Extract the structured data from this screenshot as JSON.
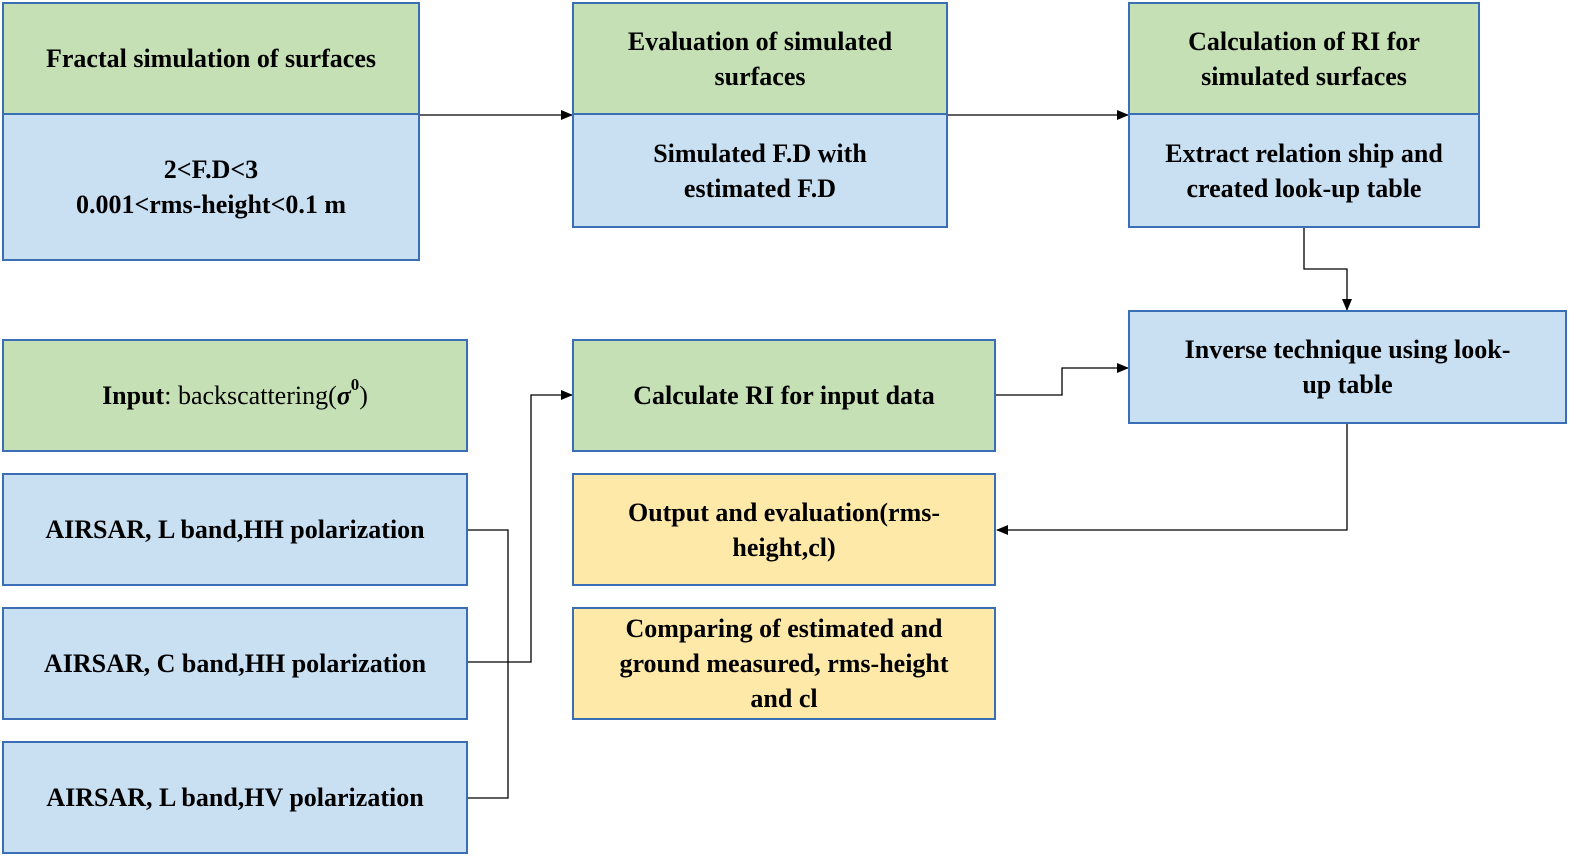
{
  "nodes": {
    "fractal_sim": "Fractal simulation of surfaces",
    "fractal_params": "2<F.D<3\n0.001<rms-height<0.1 m",
    "evaluation": "Evaluation of simulated\nsurfaces",
    "simulated_fd": "Simulated F.D with\nestimated F.D",
    "calc_ri_sim": "Calculation of RI for\nsimulated surfaces",
    "extract_rel": "Extract relation ship and\ncreated look-up table",
    "input_label": "Input",
    "input_rest": ": backscattering(",
    "input_sigma": "σ",
    "input_sup": "0",
    "input_close": ")",
    "airsar_l_hh": "AIRSAR, L band,HH polarization",
    "airsar_c_hh": "AIRSAR, C band,HH polarization",
    "airsar_l_hv": "AIRSAR, L band,HV polarization",
    "calc_ri_input": "Calculate RI for input data",
    "inverse": "Inverse technique using look-\nup table",
    "output": "Output and evaluation(rms-\nheight,cl)",
    "comparing": "Comparing of estimated and\nground measured, rms-height\nand cl"
  },
  "colors": {
    "green": "#c5e0b4",
    "blue": "#c9dff2",
    "yellow": "#fee9a9",
    "border": "#3b6fb5",
    "connector": "#000000"
  }
}
